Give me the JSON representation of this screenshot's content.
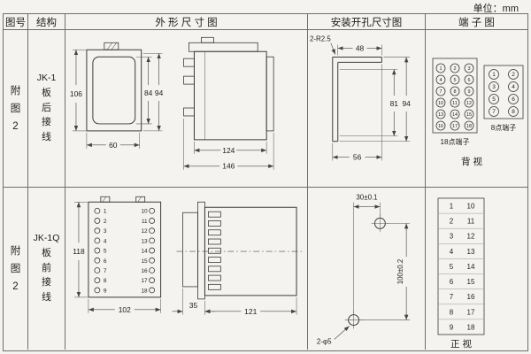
{
  "unit_label": "单位：mm",
  "header": {
    "fig": "图号",
    "struct": "结构",
    "outline": "外 形 尺 寸 图",
    "install": "安装开孔尺寸图",
    "terminal": "端 子 图"
  },
  "row1": {
    "fig_no": "附图2",
    "model": "JK-1",
    "wiring": "板后接线",
    "outline": {
      "h_outer": "106",
      "h_inner": "84",
      "h_mid": "94",
      "w_front": "60",
      "d_body": "124",
      "d_total": "146"
    },
    "install": {
      "radius_note": "2-R2.5",
      "w_top": "48",
      "h_inner": "81",
      "h_outer": "94",
      "w_bottom": "56"
    },
    "terminal": {
      "label_18": "18点端子",
      "label_8": "8点端子",
      "view": "背 视",
      "points_18": [
        "1",
        "2",
        "3",
        "4",
        "5",
        "6",
        "7",
        "8",
        "9",
        "10",
        "11",
        "12",
        "13",
        "14",
        "15",
        "16",
        "17",
        "18"
      ],
      "points_8": [
        "1",
        "2",
        "3",
        "4",
        "5",
        "6",
        "7",
        "8"
      ]
    }
  },
  "row2": {
    "fig_no": "附图2",
    "model": "JK-1Q",
    "wiring": "板前接线",
    "outline": {
      "h": "118",
      "w": "102",
      "d_panel": "35",
      "d_body": "121",
      "left_terms": [
        "1",
        "2",
        "3",
        "4",
        "5",
        "6",
        "7",
        "8",
        "9"
      ],
      "right_terms": [
        "10",
        "11",
        "12",
        "13",
        "14",
        "15",
        "16",
        "17",
        "18"
      ]
    },
    "install": {
      "dx": "30±0.1",
      "dy": "100±0.2",
      "holes": "2-φ5"
    },
    "terminal": {
      "view": "正 视",
      "rows": [
        [
          "1",
          "10"
        ],
        [
          "2",
          "11"
        ],
        [
          "3",
          "12"
        ],
        [
          "4",
          "13"
        ],
        [
          "5",
          "14"
        ],
        [
          "6",
          "15"
        ],
        [
          "7",
          "16"
        ],
        [
          "8",
          "17"
        ],
        [
          "9",
          "18"
        ]
      ]
    }
  }
}
